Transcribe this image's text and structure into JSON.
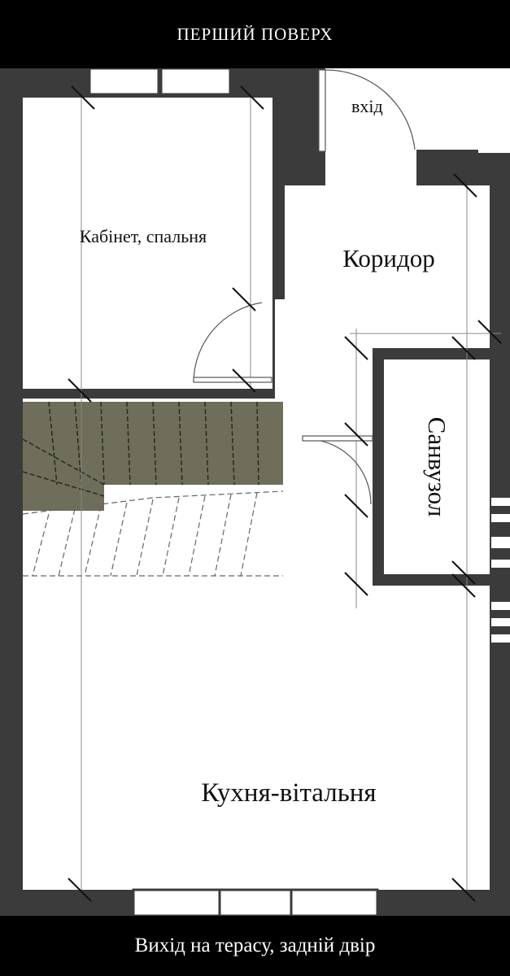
{
  "header": {
    "title": "ПЕРШИЙ ПОВЕРХ"
  },
  "footer": {
    "caption": "Вихід на терасу, задній двір"
  },
  "rooms": {
    "entrance": "вхід",
    "study": "Кабінет, спальня",
    "corridor": "Коридор",
    "bathroom": "Санвузол",
    "kitchen": "Кухня-вітальня"
  },
  "colors": {
    "wall": "#3b3b3b",
    "floor": "#ffffff",
    "stairs": "#6e6e5a",
    "background": "#000000",
    "text": "#111111"
  }
}
